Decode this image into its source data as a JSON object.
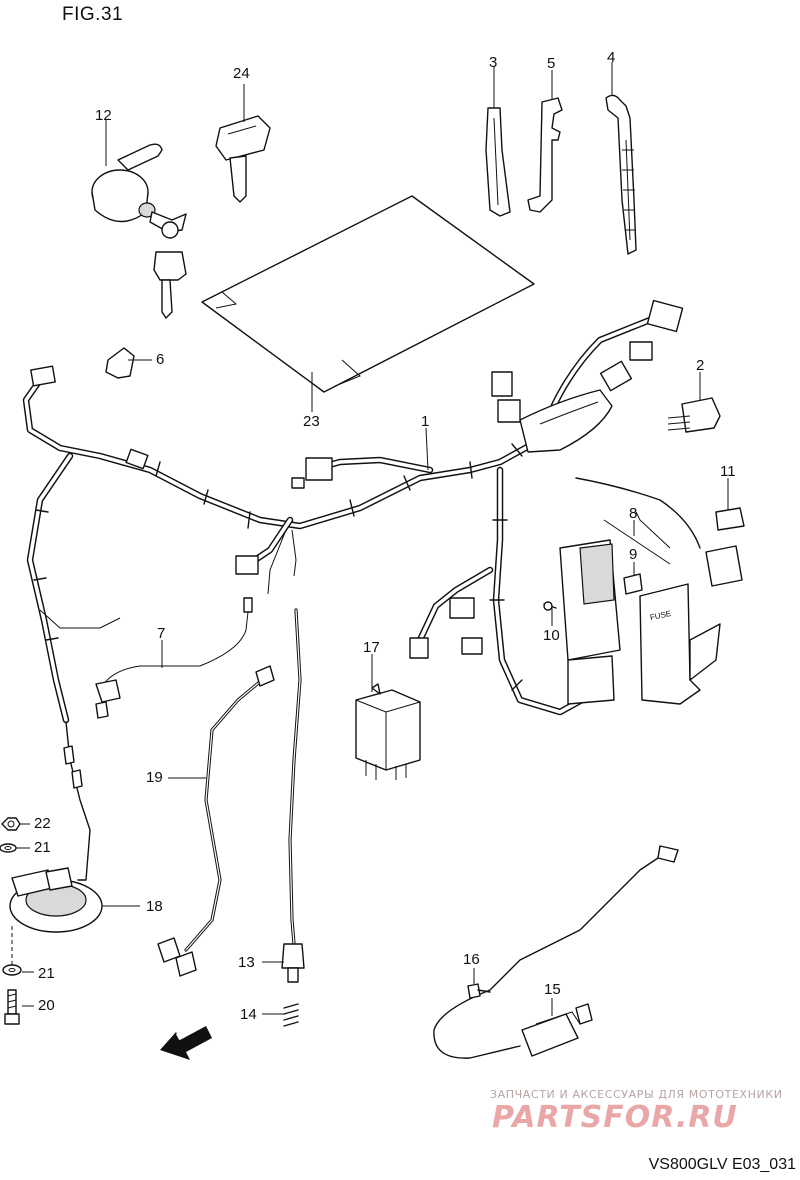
{
  "figure": {
    "title": "FIG.31",
    "drawing_id": "VS800GLV E03_031"
  },
  "callouts": [
    {
      "id": "c24",
      "text": "24"
    },
    {
      "id": "c12",
      "text": "12"
    },
    {
      "id": "c3",
      "text": "3"
    },
    {
      "id": "c5",
      "text": "5"
    },
    {
      "id": "c4",
      "text": "4"
    },
    {
      "id": "c6",
      "text": "6"
    },
    {
      "id": "c23",
      "text": "23"
    },
    {
      "id": "c2",
      "text": "2"
    },
    {
      "id": "c1",
      "text": "1"
    },
    {
      "id": "c11",
      "text": "11"
    },
    {
      "id": "c8",
      "text": "8"
    },
    {
      "id": "c9",
      "text": "9"
    },
    {
      "id": "c10",
      "text": "10"
    },
    {
      "id": "c17",
      "text": "17"
    },
    {
      "id": "c7",
      "text": "7"
    },
    {
      "id": "c19",
      "text": "19"
    },
    {
      "id": "c22",
      "text": "22"
    },
    {
      "id": "c21a",
      "text": "21"
    },
    {
      "id": "c18",
      "text": "18"
    },
    {
      "id": "c21b",
      "text": "21"
    },
    {
      "id": "c20",
      "text": "20"
    },
    {
      "id": "c13",
      "text": "13"
    },
    {
      "id": "c14",
      "text": "14"
    },
    {
      "id": "c16",
      "text": "16"
    },
    {
      "id": "c15",
      "text": "15"
    }
  ],
  "fwd_arrow": {
    "text": "FWD",
    "icon": "fwd-arrow-icon"
  },
  "fuse_box_text": "FUSE",
  "watermark": {
    "subtitle": "ЗАПЧАСТИ И АКСЕССУАРЫ ДЛЯ МОТОТЕХНИКИ",
    "logo": "PARTSFOR.RU"
  }
}
